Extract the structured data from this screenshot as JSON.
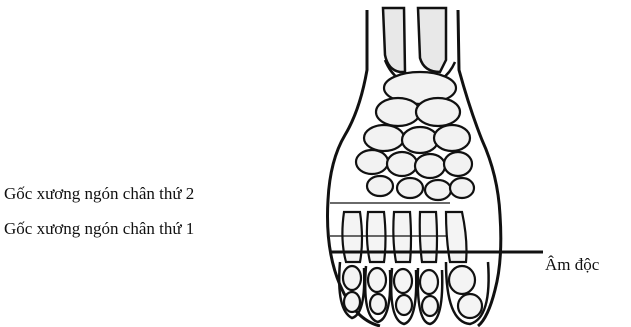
{
  "labels": {
    "metatarsal_2": "Gốc xương ngón chân thứ 2",
    "metatarsal_1": "Gốc xương ngón chân thứ 1",
    "point": "Âm độc"
  },
  "colors": {
    "ink": "#111111",
    "bone_fill": "#f4f4f4",
    "background": "#ffffff"
  }
}
